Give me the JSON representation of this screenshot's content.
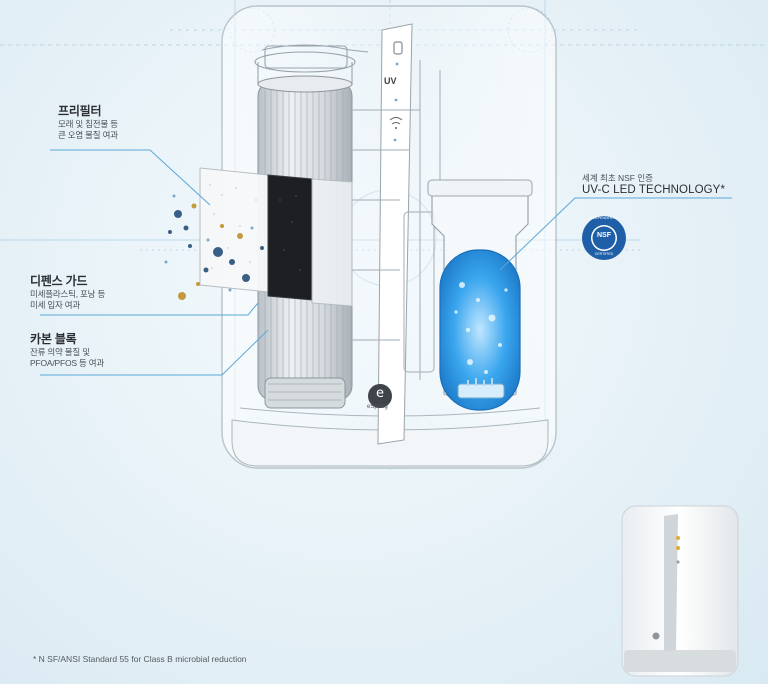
{
  "labels": {
    "prefilter": {
      "title": "프리필터",
      "lines": [
        "모래 및 침전물 등",
        "큰 오염 물질 여과"
      ]
    },
    "defense": {
      "title": "디펜스 가드",
      "lines": [
        "미세플라스틱, 포낭 등",
        "미세 입자 여과"
      ]
    },
    "carbon": {
      "title": "카본 블록",
      "lines": [
        "잔류 의약 물질 및",
        "PFOA/PFOS 등 여과"
      ]
    }
  },
  "uv": {
    "caption": "세계 최초 NSF 인증",
    "technology": "UV-C LED TECHNOLOGY*",
    "panel_label": "UV"
  },
  "nsf_badge": {
    "center": "NSF",
    "arc_top": "INDEPENDENTLY",
    "arc_bottom": "CERTIFIED"
  },
  "brand": {
    "logo_letter": "e",
    "name": "eSpring"
  },
  "footnote": "* N SF/ANSI Standard 55 for Class B microbial reduction",
  "colors": {
    "line": "#5aa8d6",
    "badge": "#1f5fa8",
    "water": "#2f9be0"
  }
}
